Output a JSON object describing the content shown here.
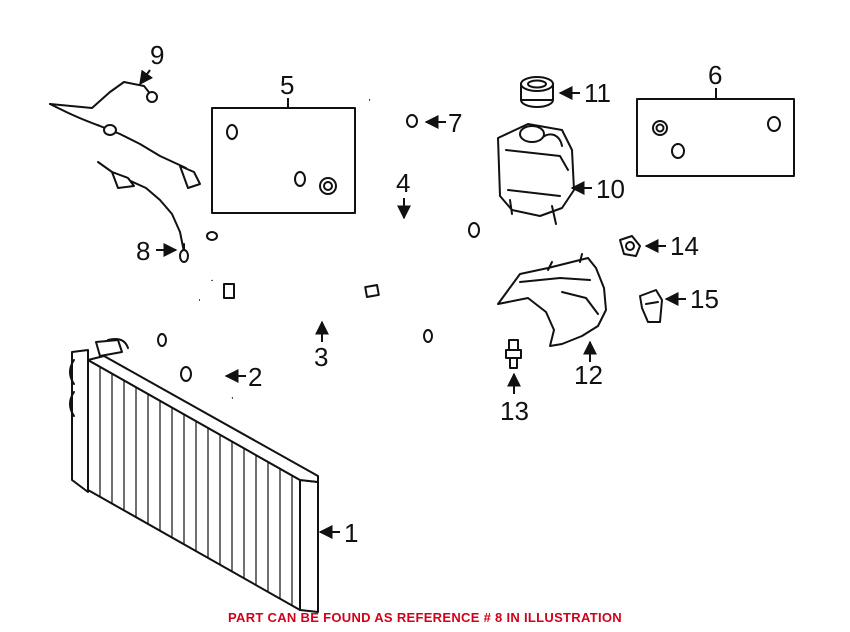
{
  "diagram": {
    "callouts": [
      {
        "id": "1",
        "label": "1"
      },
      {
        "id": "2",
        "label": "2"
      },
      {
        "id": "3",
        "label": "3"
      },
      {
        "id": "4",
        "label": "4"
      },
      {
        "id": "5",
        "label": "5"
      },
      {
        "id": "6",
        "label": "6"
      },
      {
        "id": "7",
        "label": "7"
      },
      {
        "id": "8",
        "label": "8"
      },
      {
        "id": "9",
        "label": "9"
      },
      {
        "id": "10",
        "label": "10"
      },
      {
        "id": "11",
        "label": "11"
      },
      {
        "id": "12",
        "label": "12"
      },
      {
        "id": "13",
        "label": "13"
      },
      {
        "id": "14",
        "label": "14"
      },
      {
        "id": "15",
        "label": "15"
      }
    ],
    "footer_note": "PART CAN BE FOUND AS REFERENCE # 8 IN ILLUSTRATION",
    "colors": {
      "line": "#111111",
      "footer_text": "#d0021b",
      "background": "#ffffff"
    }
  }
}
